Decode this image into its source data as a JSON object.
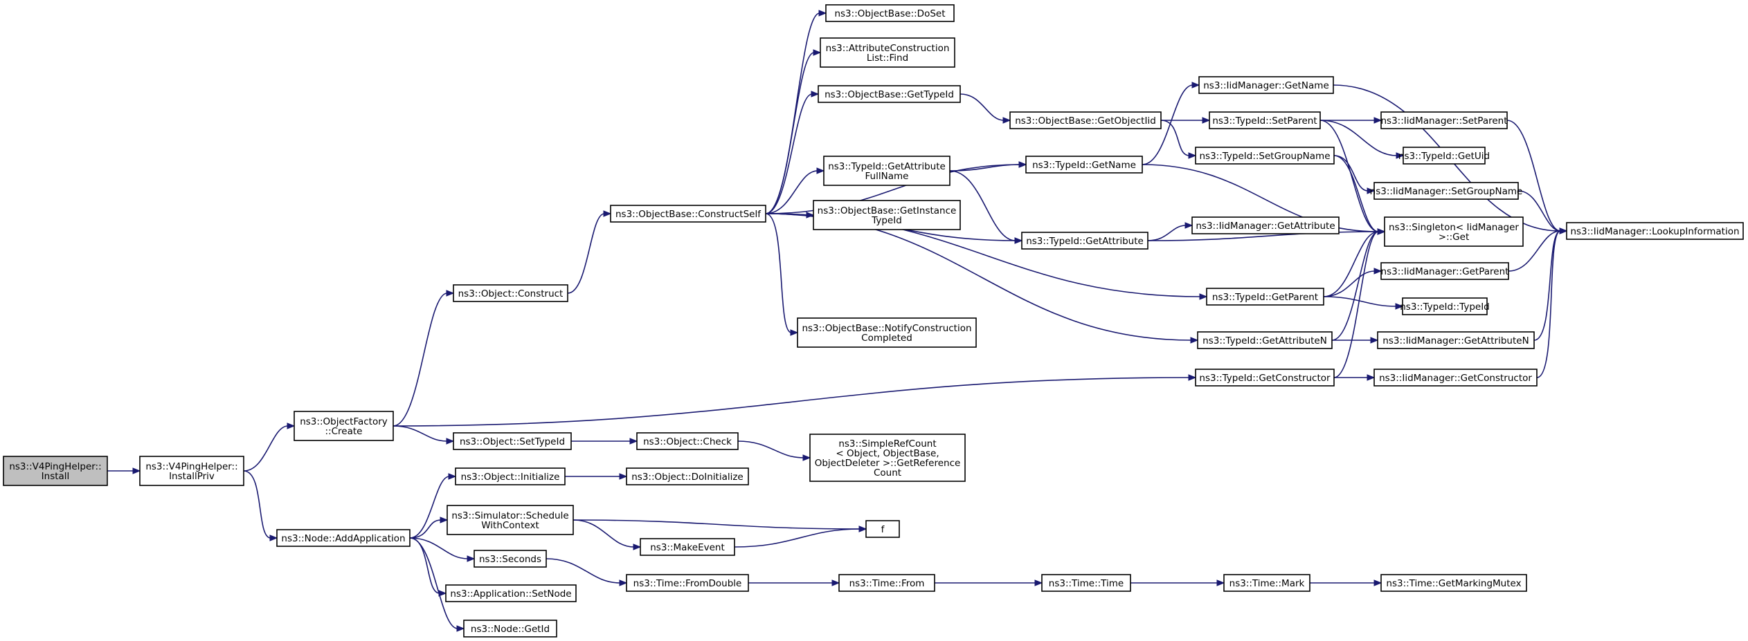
{
  "diagram": {
    "nodes": {
      "v4ping_install": [
        "ns3::V4PingHelper::",
        "Install"
      ],
      "install_priv": [
        "ns3::V4PingHelper::",
        "InstallPriv"
      ],
      "factory_create": [
        "ns3::ObjectFactory",
        "::Create"
      ],
      "node_addapp": [
        "ns3::Node::AddApplication"
      ],
      "object_construct": [
        "ns3::Object::Construct"
      ],
      "object_settypeid": [
        "ns3::Object::SetTypeId"
      ],
      "object_initialize": [
        "ns3::Object::Initialize"
      ],
      "sim_schedule": [
        "ns3::Simulator::Schedule",
        "WithContext"
      ],
      "seconds": [
        "ns3::Seconds"
      ],
      "app_setnode": [
        "ns3::Application::SetNode"
      ],
      "node_getid": [
        "ns3::Node::GetId"
      ],
      "construct_self": [
        "ns3::ObjectBase::ConstructSelf"
      ],
      "object_check": [
        "ns3::Object::Check"
      ],
      "object_doinit": [
        "ns3::Object::DoInitialize"
      ],
      "make_event": [
        "ns3::MakeEvent"
      ],
      "time_fromdouble": [
        "ns3::Time::FromDouble"
      ],
      "f": [
        "f"
      ],
      "simplerefcount": [
        "ns3::SimpleRefCount",
        "< Object, ObjectBase,",
        "ObjectDeleter >::GetReference",
        "Count"
      ],
      "doset": [
        "ns3::ObjectBase::DoSet"
      ],
      "acl_find": [
        "ns3::AttributeConstruction",
        "List::Find"
      ],
      "ob_gettypeid": [
        "ns3::ObjectBase::GetTypeId"
      ],
      "tid_getattrfullname": [
        "ns3::TypeId::GetAttribute",
        "FullName"
      ],
      "ob_getinstancetypeid": [
        "ns3::ObjectBase::GetInstance",
        "TypeId"
      ],
      "ob_notify": [
        "ns3::ObjectBase::NotifyConstruction",
        "Completed"
      ],
      "time_from": [
        "ns3::Time::From"
      ],
      "ob_getobjectiid": [
        "ns3::ObjectBase::GetObjectIid"
      ],
      "tid_getname": [
        "ns3::TypeId::GetName"
      ],
      "tid_getattribute": [
        "ns3::TypeId::GetAttribute"
      ],
      "time_time": [
        "ns3::Time::Time"
      ],
      "iid_getname": [
        "ns3::IidManager::GetName"
      ],
      "tid_setparent": [
        "ns3::TypeId::SetParent"
      ],
      "tid_setgroupname": [
        "ns3::TypeId::SetGroupName"
      ],
      "iid_getattribute": [
        "ns3::IidManager::GetAttribute"
      ],
      "tid_getparent": [
        "ns3::TypeId::GetParent"
      ],
      "tid_getattributen": [
        "ns3::TypeId::GetAttributeN"
      ],
      "tid_getconstructor": [
        "ns3::TypeId::GetConstructor"
      ],
      "time_mark": [
        "ns3::Time::Mark"
      ],
      "iid_setparent": [
        "ns3::IidManager::SetParent"
      ],
      "tid_getuid": [
        "ns3::TypeId::GetUid"
      ],
      "iid_setgroupname": [
        "ns3::IidManager::SetGroupName"
      ],
      "singleton_get": [
        "ns3::Singleton< IidManager",
        ">::Get"
      ],
      "iid_getparent": [
        "ns3::IidManager::GetParent"
      ],
      "tid_typeid": [
        "ns3::TypeId::TypeId"
      ],
      "iid_getattributen": [
        "ns3::IidManager::GetAttributeN"
      ],
      "iid_getconstructor": [
        "ns3::IidManager::GetConstructor"
      ],
      "time_getmarkingmutex": [
        "ns3::Time::GetMarkingMutex"
      ],
      "iid_lookupinfo": [
        "ns3::IidManager::LookupInformation"
      ]
    },
    "root_node": "v4ping_install",
    "colors": {
      "edge": "#191970",
      "root_fill": "#bfbfbf",
      "node_fill": "#ffffff",
      "border": "#000000"
    }
  }
}
